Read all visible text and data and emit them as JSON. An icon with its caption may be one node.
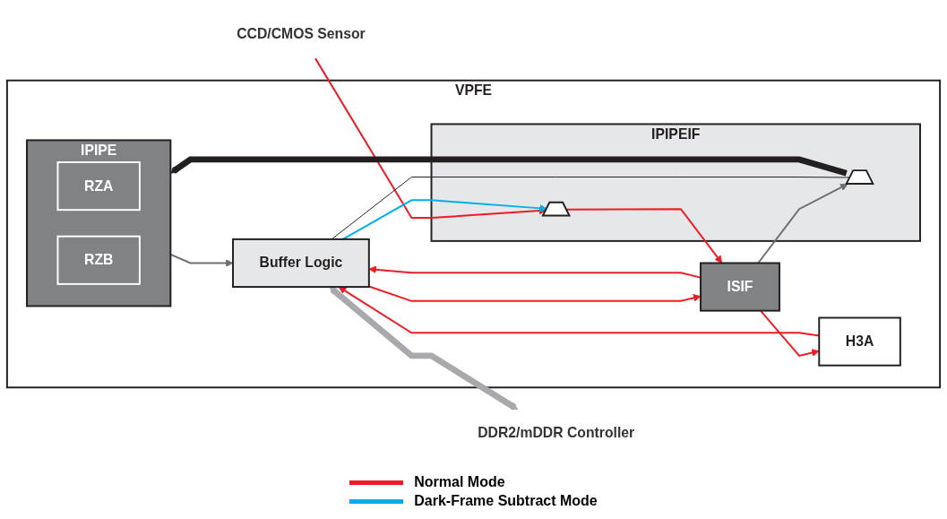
{
  "diagram": {
    "nodes": [
      {
        "text": [
          "VPFE"
        ]
      },
      {
        "text": [
          "CCD/CMOS Sensor"
        ]
      },
      {
        "text": [
          "IPIPEIF"
        ],
        "in": 0
      },
      {
        "text": [],
        "shape": "trapezoid",
        "in": 2
      },
      {
        "text": [],
        "shape": "trapezoid",
        "in": 2
      },
      {
        "text": [
          "ISIF"
        ],
        "in": 0
      },
      {
        "text": [
          "H3A"
        ],
        "in": 0
      },
      {
        "text": [
          "IPIPE"
        ],
        "in": 0
      },
      {
        "text": [
          "RZA"
        ],
        "in": 7
      },
      {
        "text": [
          "RZB"
        ],
        "in": 7
      },
      {
        "text": [
          "Buffer Logic"
        ],
        "in": 0
      },
      {
        "text": [
          "DDR2/mDDR Controller"
        ]
      }
    ],
    "edges": [
      {
        "from": 1,
        "to": 3,
        "arrow": "to"
      },
      {
        "from": 3,
        "to": 5,
        "arrow": "to"
      },
      {
        "from": 10,
        "to": 5,
        "arrow": "to"
      },
      {
        "from": 5,
        "to": 6,
        "arrow": "to"
      },
      {
        "from": 6,
        "to": 10,
        "arrow": "to"
      },
      {
        "from": 5,
        "to": 10,
        "arrow": "to"
      },
      {
        "from": 5,
        "to": 4,
        "arrow": "to",
        "color": "#6d6e71"
      },
      {
        "from": 10,
        "to": 3,
        "arrow": "to",
        "color": "#00aeef"
      },
      {
        "from": 10,
        "to": 4,
        "arrow": "none",
        "color": "#231f20"
      },
      {
        "from": 4,
        "to": 7,
        "arrow": "to",
        "style": "thick",
        "color": "#231f20"
      },
      {
        "from": 7,
        "to": 10,
        "arrow": "to",
        "color": "#6d6e71"
      },
      {
        "from": 10,
        "to": 11,
        "arrow": "both",
        "style": "thick",
        "color": "#a7a9ac"
      }
    ],
    "legend": [
      {
        "text": "Normal Mode",
        "color": "#ed1c24"
      },
      {
        "text": "Dark-Frame Subtract Mode",
        "color": "#00aeef"
      }
    ]
  }
}
